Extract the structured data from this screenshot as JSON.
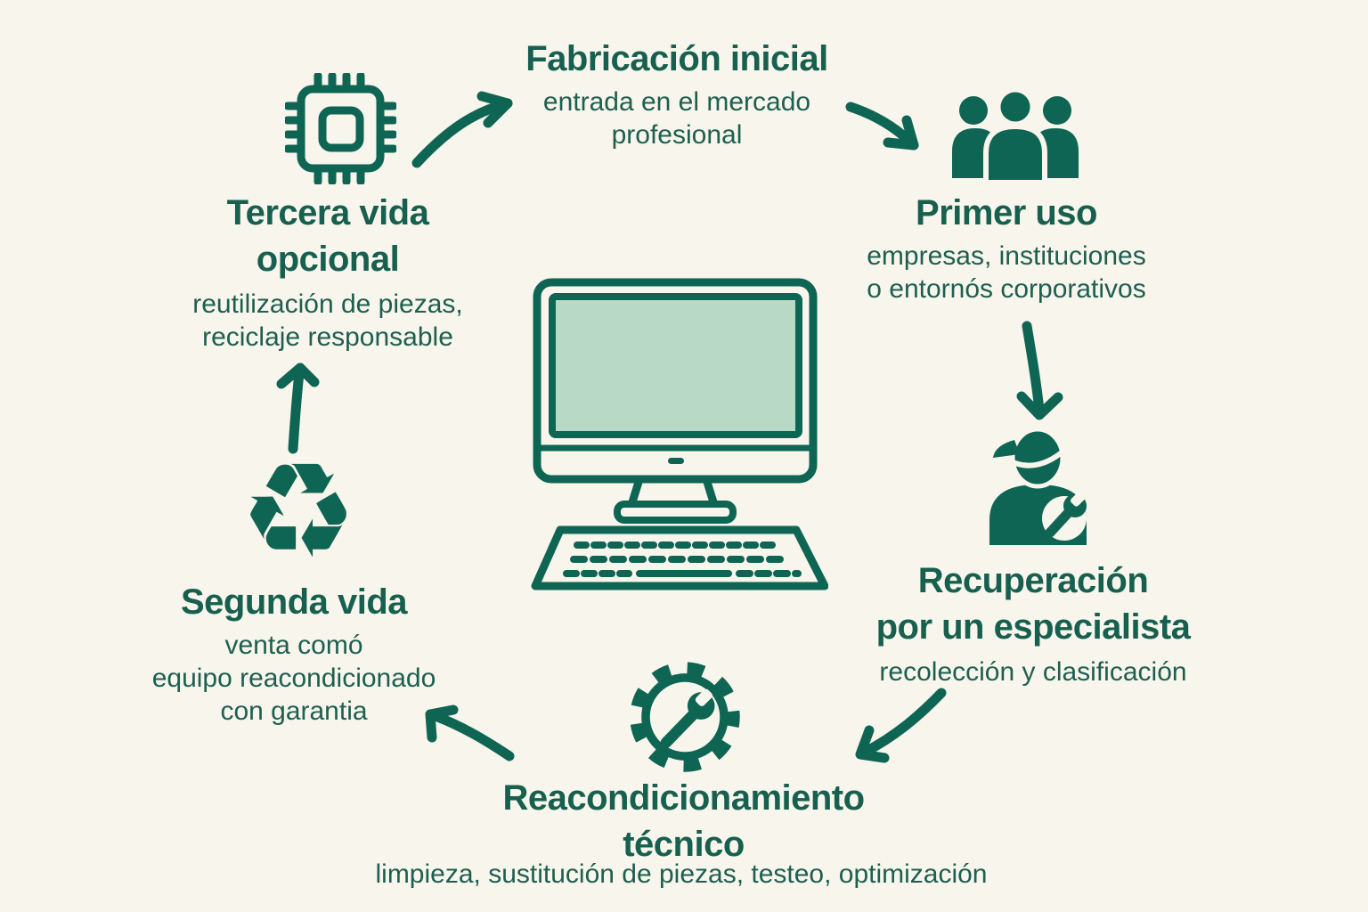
{
  "colors": {
    "accent": "#0f6553",
    "title_text": "#17604f",
    "subtitle_text": "#1d5f50",
    "background": "#f8f5ec",
    "monitor_screen": "#b7d9c5"
  },
  "stages": {
    "fabricacion": {
      "title_lines": [
        "Fabricación inicial"
      ],
      "subtitle_lines": [
        "entrada en el mercado",
        "profesional"
      ]
    },
    "primer_uso": {
      "icon": "people-icon",
      "title_lines": [
        "Primer uso"
      ],
      "subtitle_lines": [
        "empresas, instituciones",
        "o entornós corporativos"
      ]
    },
    "recuperacion": {
      "icon": "technician-icon",
      "title_lines": [
        "Recuperación",
        "por un especialista"
      ],
      "subtitle_lines": [
        "recolección y clasificación"
      ]
    },
    "reacondicionamiento": {
      "icon": "gear-wrench-icon",
      "title_lines": [
        "Reacondicionamiento",
        "técnico"
      ],
      "subtitle_lines": [
        "limpieza, sustitución de piezas, testeo, optimización"
      ]
    },
    "segunda_vida": {
      "icon": "recycle-icon",
      "title_lines": [
        "Segunda vida"
      ],
      "subtitle_lines": [
        "venta comó",
        "equipo reacondicionado",
        "con garantia"
      ]
    },
    "tercera_vida": {
      "icon": "chip-icon",
      "title_lines": [
        "Tercera vida",
        "opcional"
      ],
      "subtitle_lines": [
        "reutilización de piezas,",
        "reciclaje responsable"
      ]
    }
  },
  "center": {
    "icon": "desktop-computer-icon",
    "recycle_glyph": "♻"
  }
}
